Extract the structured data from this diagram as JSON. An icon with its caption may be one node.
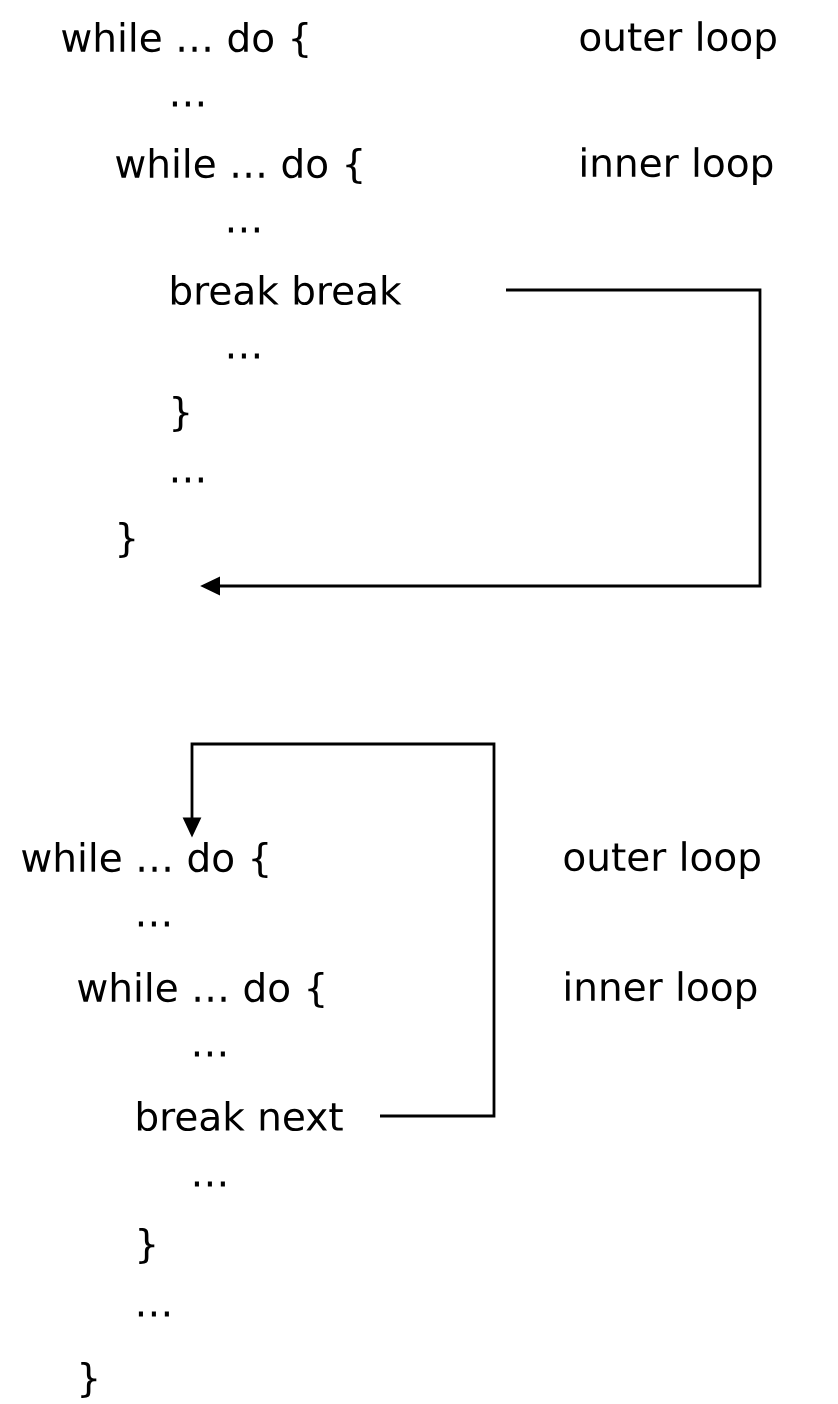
{
  "diagram": {
    "nodes": [
      {
        "text": [
          "break break"
        ]
      },
      {
        "text": [
          "while … do {"
        ]
      },
      {
        "text": [
          "break next"
        ]
      }
    ],
    "edges": [
      {
        "from": 0,
        "to": null,
        "arrow": "to"
      },
      {
        "from": 2,
        "to": 1,
        "arrow": "to"
      }
    ],
    "labels": [
      "while … do {",
      "outer loop",
      "…",
      "while … do {",
      "inner loop",
      "…",
      "…",
      "}",
      "…",
      "}",
      "outer loop",
      "…",
      "while … do {",
      "inner loop",
      "…",
      "…",
      "}",
      "…",
      "}"
    ]
  }
}
